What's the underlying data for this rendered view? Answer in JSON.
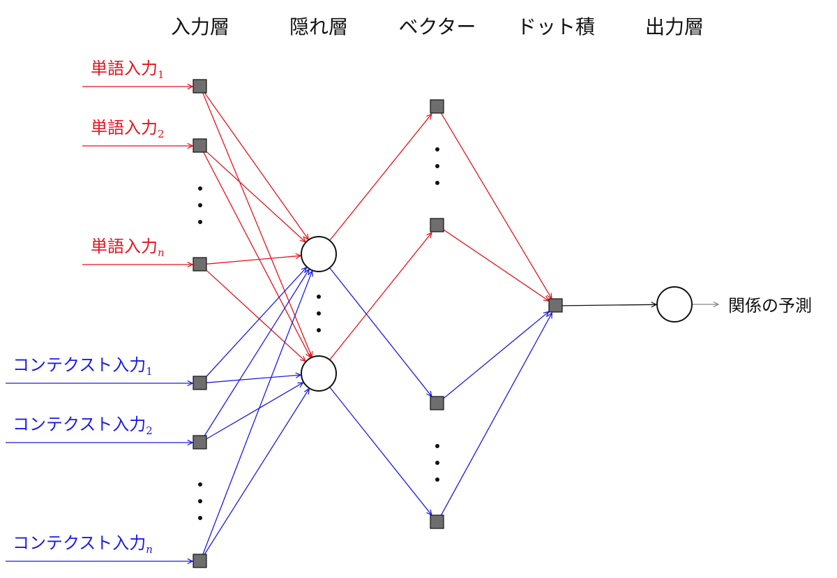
{
  "headers": {
    "input": "入力層",
    "hidden": "隠れ層",
    "vector": "ベクター",
    "dot": "ドット積",
    "output": "出力層"
  },
  "inputs": {
    "word": [
      {
        "text": "単語入力",
        "sub": "1"
      },
      {
        "text": "単語入力",
        "sub": "2"
      },
      {
        "text": "単語入力",
        "sub": "n"
      }
    ],
    "context": [
      {
        "text": "コンテクスト入力",
        "sub": "1"
      },
      {
        "text": "コンテクスト入力",
        "sub": "2"
      },
      {
        "text": "コンテクスト入力",
        "sub": "n"
      }
    ]
  },
  "output_label": "関係の予測",
  "colors": {
    "word": "#e8131b",
    "context": "#1a1ae6",
    "output": "#111111",
    "output_arrow": "#888888"
  }
}
